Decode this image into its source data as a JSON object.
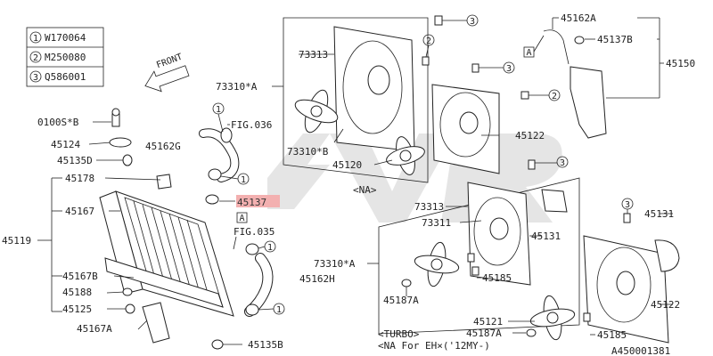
{
  "legend": [
    {
      "num": "1",
      "code": "W170064"
    },
    {
      "num": "2",
      "code": "M250080"
    },
    {
      "num": "3",
      "code": "Q586001"
    }
  ],
  "front_label": "FRONT",
  "parts": {
    "p0100S": "0100S*B",
    "p45124": "45124",
    "p45135D": "45135D",
    "p45178": "45178",
    "p45167": "45167",
    "p45119": "45119",
    "p45167B": "45167B",
    "p45188": "45188",
    "p45125": "45125",
    "p45167A": "45167A",
    "p45135B": "45135B",
    "p45162G": "45162G",
    "fig036": "FIG.036",
    "p45137": "45137",
    "fig035": "FIG.035",
    "p45162H": "45162H",
    "p73313a": "73313",
    "p73310A_top": "73310*A",
    "p73310B": "73310*B",
    "p45120": "45120",
    "p45122a": "45122",
    "na_label": "<NA>",
    "p45162A": "45162A",
    "p45137B": "45137B",
    "p45150": "45150",
    "p73313b": "73313",
    "p73311": "73311",
    "p45131a": "45131",
    "p73310A_mid": "73310*A",
    "p45185a": "45185",
    "p45187A_a": "45187A",
    "p45131b": "45131",
    "p45122b": "45122",
    "p45121": "45121",
    "p45187A_b": "45187A",
    "p45185b": "45185",
    "turbo_label": "<TURBO>",
    "na_eh_label": "<NA For EH×('12MY-)",
    "diagram_code": "A450001381"
  },
  "callouts": {
    "one": "1",
    "two": "2",
    "three": "3",
    "a": "A"
  },
  "colors": {
    "highlight": "#f3b0b0",
    "line": "#222222",
    "watermark": "#cfcfcf"
  }
}
